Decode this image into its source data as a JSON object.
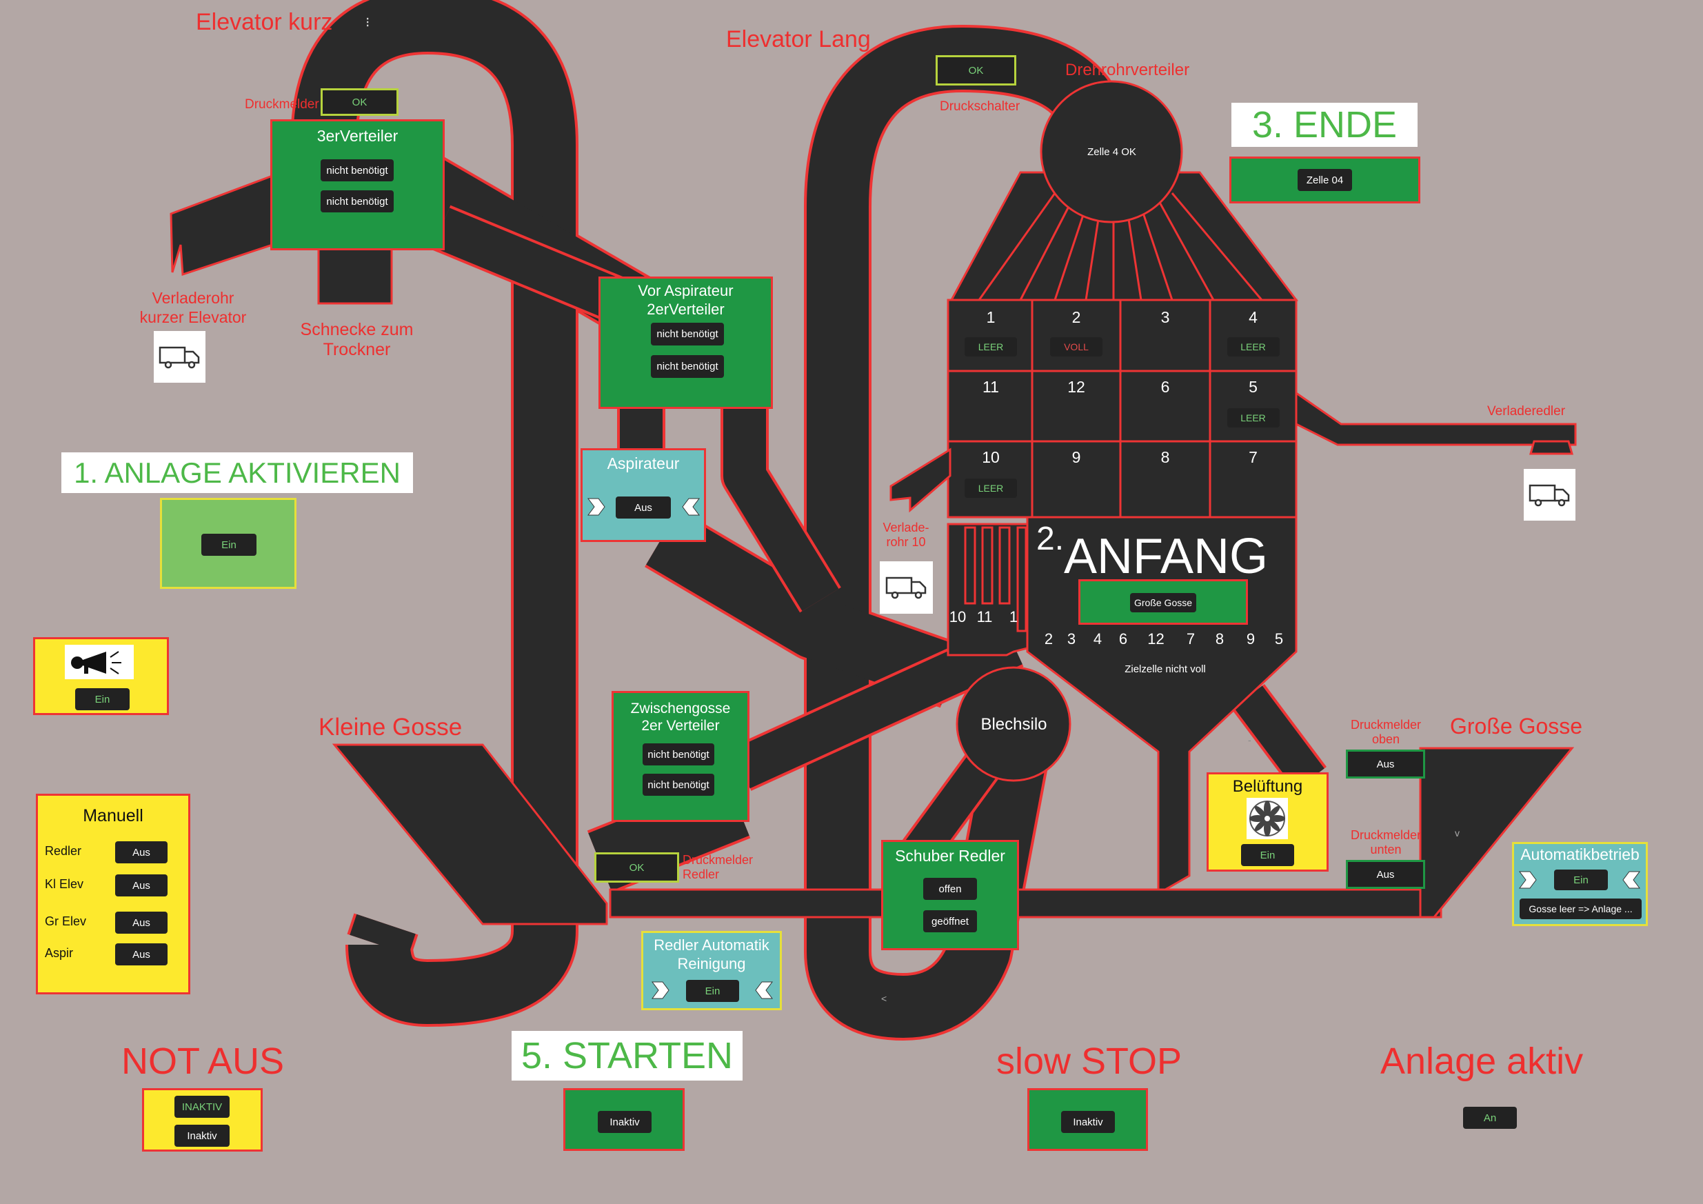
{
  "labels": {
    "elevator_kurz": "Elevator kurz",
    "elevator_lang": "Elevator Lang",
    "drehrohrverteiler": "Drehrohrverteiler",
    "druckmelder": "Druckmelder",
    "druckschalter": "Druckschalter",
    "verladerohr_kurz": "Verladerohr kurzer Elevator",
    "schnecke": "Schnecke zum Trockner",
    "verladerohr_10": "Verlade-rohr 10",
    "verladeredler": "Verladeredler",
    "kleine_gosse": "Kleine Gosse",
    "grosse_gosse": "Große Gosse",
    "druckmelder_oben": "Druckmelder oben",
    "druckmelder_unten": "Druckmelder unten",
    "druckmelder_redler": "Druckmelder Redler",
    "tiny_mark_1": "⁝",
    "tiny_mark_2": "-",
    "tiny_mark_3": "v",
    "tiny_mark_4": "<"
  },
  "steps": {
    "step1": "1. ANLAGE AKTIVIEREN",
    "step1_button": "Ein",
    "step2_prefix": "2.",
    "step2": "ANFANG",
    "step2_button": "Große Gosse",
    "step3": "3. ENDE",
    "step3_button": "Zelle 04",
    "step5": "5. STARTEN",
    "step5_button": "Inaktiv",
    "slow_stop": "slow STOP",
    "slow_stop_button": "Inaktiv",
    "anlage_aktiv": "Anlage aktiv",
    "anlage_aktiv_button": "An"
  },
  "not_aus": {
    "title": "NOT AUS",
    "status": "INAKTIV",
    "button": "Inaktiv"
  },
  "status": {
    "druckmelder_kurz": "OK",
    "druckschalter_lang": "OK",
    "druckmelder_redler": "OK",
    "drehrohr": "Zelle 4 OK",
    "zielzelle": "Zielzelle nicht voll",
    "druckmelder_oben": "Aus",
    "druckmelder_unten": "Aus"
  },
  "dreier_verteiler": {
    "title": "3erVerteiler",
    "b1": "nicht benötigt",
    "b2": "nicht benötigt"
  },
  "vor_aspirateur": {
    "title": "Vor Aspirateur 2erVerteiler",
    "b1": "nicht benötigt",
    "b2": "nicht benötigt"
  },
  "aspirateur": {
    "title": "Aspirateur",
    "button": "Aus"
  },
  "zwischengosse": {
    "title": "Zwischengosse 2er Verteiler",
    "b1": "nicht benötigt",
    "b2": "nicht benötigt"
  },
  "schuber": {
    "title": "Schuber Redler",
    "b1": "offen",
    "b2": "geöffnet"
  },
  "redler_automatik": {
    "title": "Redler Automatik Reinigung",
    "button": "Ein"
  },
  "belueftung": {
    "title": "Belüftung",
    "button": "Ein"
  },
  "automatikbetrieb": {
    "title": "Automatikbetrieb",
    "button": "Ein",
    "status": "Gosse leer => Anlage ..."
  },
  "horn": {
    "button": "Ein"
  },
  "blechsilo": "Blechsilo",
  "manuell": {
    "title": "Manuell",
    "rows": [
      {
        "label": "Redler",
        "value": "Aus"
      },
      {
        "label": "Kl Elev",
        "value": "Aus"
      },
      {
        "label": "Gr Elev",
        "value": "Aus"
      },
      {
        "label": "Aspir",
        "value": "Aus"
      }
    ]
  },
  "silo_cells": [
    {
      "num": "1",
      "status": "LEER",
      "state": "empty"
    },
    {
      "num": "2",
      "status": "VOLL",
      "state": "full"
    },
    {
      "num": "3",
      "status": "",
      "state": "none"
    },
    {
      "num": "4",
      "status": "LEER",
      "state": "empty"
    },
    {
      "num": "11",
      "status": "",
      "state": "none"
    },
    {
      "num": "12",
      "status": "",
      "state": "none"
    },
    {
      "num": "6",
      "status": "",
      "state": "none"
    },
    {
      "num": "5",
      "status": "LEER",
      "state": "empty"
    },
    {
      "num": "10",
      "status": "LEER",
      "state": "empty"
    },
    {
      "num": "9",
      "status": "",
      "state": "none"
    },
    {
      "num": "8",
      "status": "",
      "state": "none"
    },
    {
      "num": "7",
      "status": "",
      "state": "none"
    }
  ],
  "pipe_labels": [
    "10",
    "11",
    "1"
  ],
  "funnel_outlets": [
    "2",
    "3",
    "4",
    "6",
    "12",
    "7",
    "8",
    "9",
    "5"
  ],
  "colors": {
    "background": "#b3a7a5",
    "pipe": "#2a2a2a",
    "outline": "#ee3434",
    "panel_green": "#1f9744",
    "panel_teal": "#6cbfbd",
    "panel_yellow": "#fde92d",
    "ok_text": "#7ad27a",
    "full_text": "#e34b4b"
  }
}
